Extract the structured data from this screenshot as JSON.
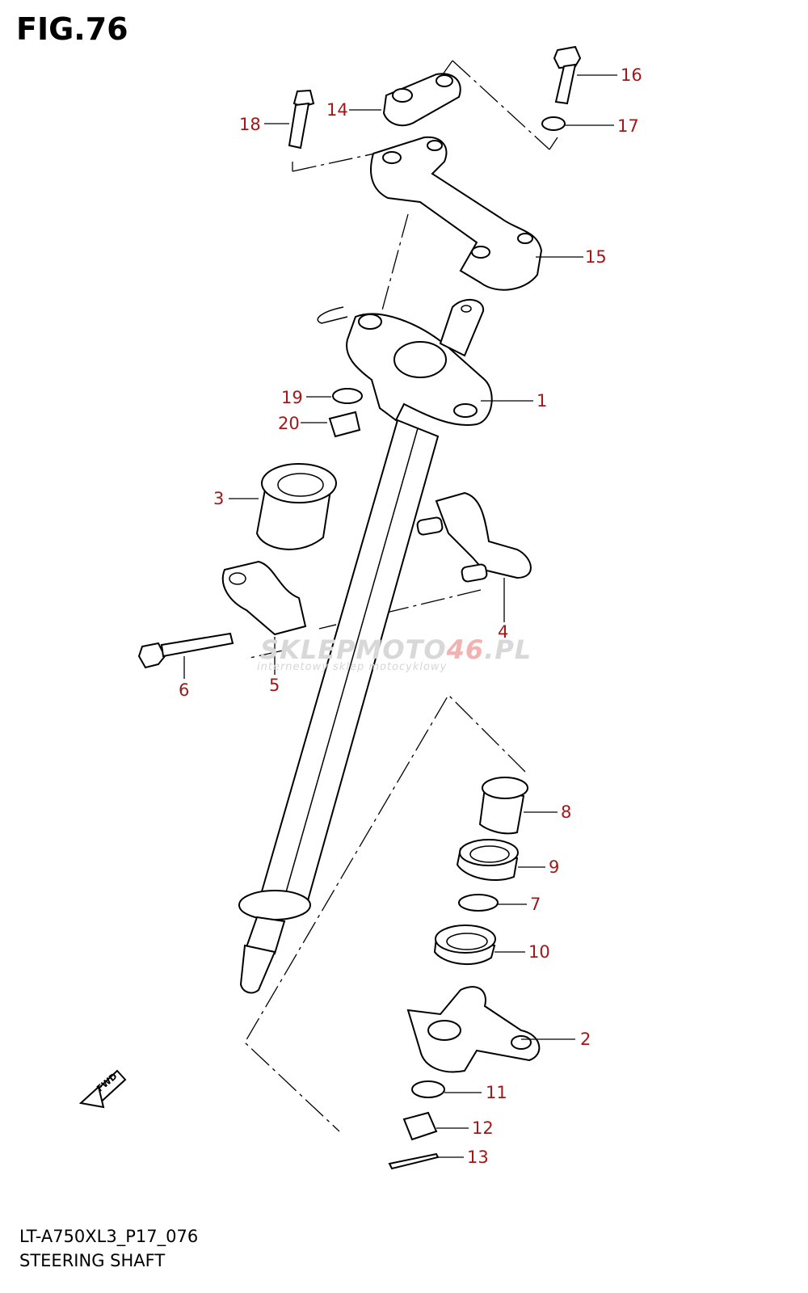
{
  "figure_title": "FIG.76",
  "footer": {
    "model_code": "LT-A750XL3_P17_076",
    "section_name": "STEERING SHAFT"
  },
  "watermark": {
    "text_main": "SKLEPMOTO",
    "text_accent": "46",
    "text_end": ".PL",
    "subtext": "internetowy sklep motocyklowy"
  },
  "fwd_label": "FWD",
  "callouts": [
    "1",
    "2",
    "3",
    "4",
    "5",
    "6",
    "7",
    "8",
    "9",
    "10",
    "11",
    "12",
    "13",
    "14",
    "15",
    "16",
    "17",
    "18",
    "19",
    "20"
  ],
  "colors": {
    "callout": "#a01818",
    "line": "#000000",
    "watermark": "#d8d8d8"
  }
}
